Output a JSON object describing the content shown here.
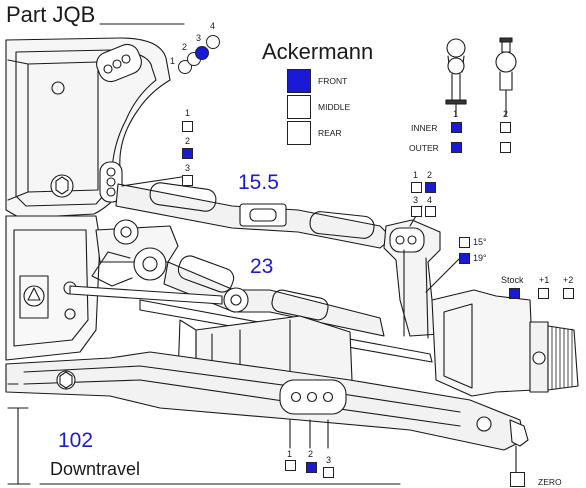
{
  "title": "Part JQB",
  "ackermann": {
    "title": "Ackermann",
    "legend": [
      {
        "label": "FRONT",
        "selected": true
      },
      {
        "label": "MIDDLE",
        "selected": false
      },
      {
        "label": "REAR",
        "selected": false
      }
    ],
    "hole_numbers": [
      "1",
      "2",
      "3",
      "4"
    ],
    "selected_hole": "3"
  },
  "ball_stud": {
    "options": [
      "1",
      "2"
    ],
    "inner_label": "INNER",
    "outer_label": "OUTER",
    "inner_selected": "1",
    "outer_selected": "1"
  },
  "upper_arm_position": {
    "options": [
      "1",
      "2",
      "3"
    ],
    "selected": "2"
  },
  "camber_link_length": "15.5",
  "steering_link_length": "23",
  "hub_camber_holes": {
    "options": [
      "1",
      "2",
      "3",
      "4"
    ],
    "selected": "2"
  },
  "steering_block": {
    "options": [
      "15°",
      "19°"
    ],
    "selected": "19°"
  },
  "axle_spacing": {
    "options": [
      "Stock",
      "+1",
      "+2"
    ],
    "selected": "Stock"
  },
  "lower_arm_position": {
    "options": [
      "1",
      "2",
      "3"
    ],
    "selected": "2"
  },
  "downtravel": {
    "value": "102",
    "label": "Downtravel"
  },
  "zero_label": "ZERO",
  "colors": {
    "selected": "#1a1ad6",
    "line": "#1a1a1a",
    "fill_light": "#f2f2f2"
  }
}
